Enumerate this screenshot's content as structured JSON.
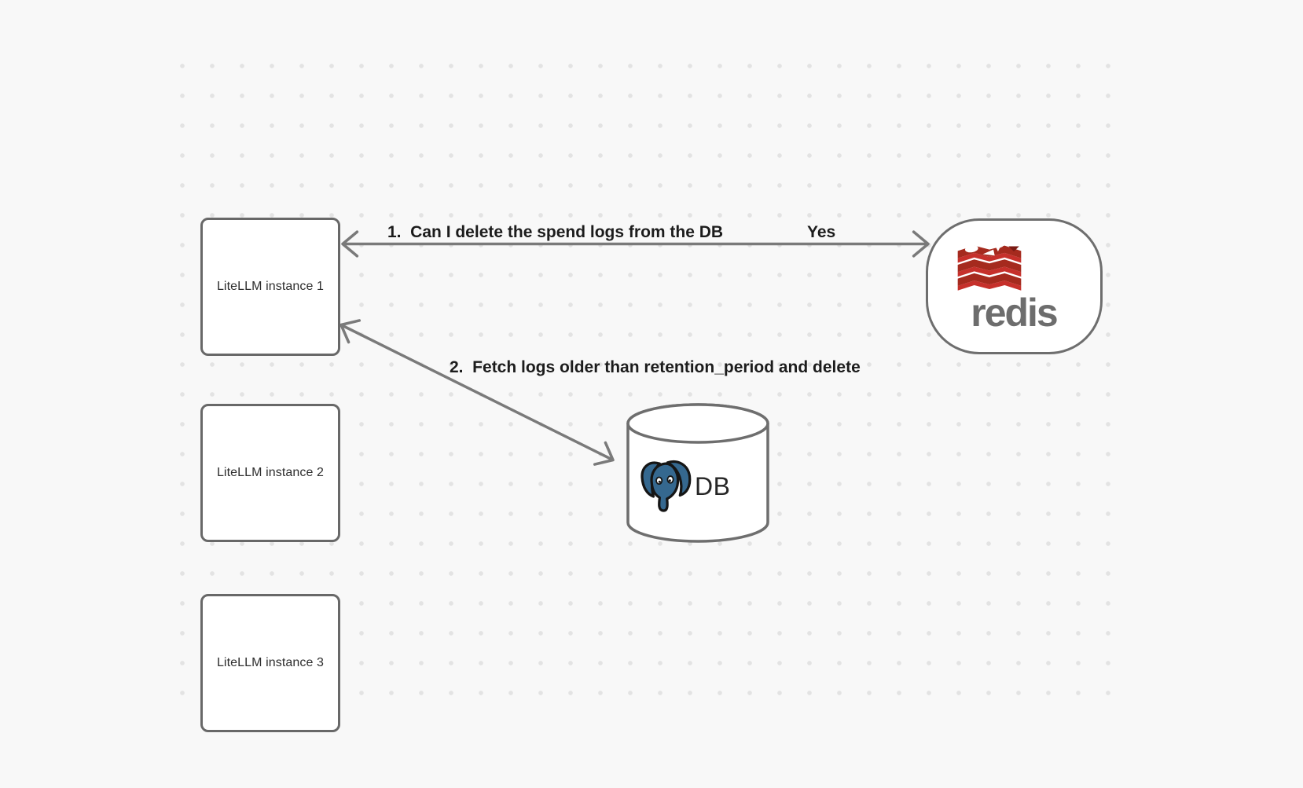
{
  "diagram": {
    "background_color": "#f8f8f8",
    "dot_color": "#e3e3e3",
    "shape_border_color": "#686868",
    "arrow_color": "#7a7a7a",
    "edge_label_color": "#1c1c1c",
    "nodes": {
      "instance1": {
        "label": "LiteLLM instance 1"
      },
      "instance2": {
        "label": "LiteLLM instance 2"
      },
      "instance3": {
        "label": "LiteLLM instance 3"
      },
      "redis": {
        "wordmark": "redis",
        "icon": "redis-stack-logo",
        "logo_red_dark": "#a52a1e",
        "logo_red_bright": "#c6302b",
        "logo_notch_red": "#7a1a13",
        "wordmark_color": "#6d6d6d"
      },
      "db": {
        "label": "DB",
        "icon": "postgresql-elephant-logo",
        "elephant_blue": "#35688f",
        "elephant_outline": "#151515"
      }
    },
    "edges": {
      "edge1": {
        "label": "1.  Can I delete the spend logs from the DB",
        "response": "Yes",
        "from": "redis",
        "to": "instance1"
      },
      "edge2": {
        "label": "2.  Fetch logs older than retention_period and delete",
        "from": "instance1",
        "to": "db"
      }
    }
  }
}
